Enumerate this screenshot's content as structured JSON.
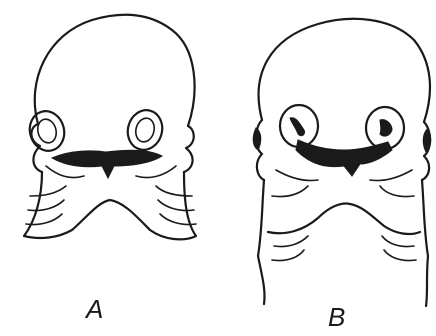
{
  "figure": {
    "panels": [
      {
        "id": "A",
        "label": "A"
      },
      {
        "id": "B",
        "label": "B"
      }
    ]
  },
  "colors": {
    "ink": "#1a1a1a",
    "background": "#ffffff"
  }
}
